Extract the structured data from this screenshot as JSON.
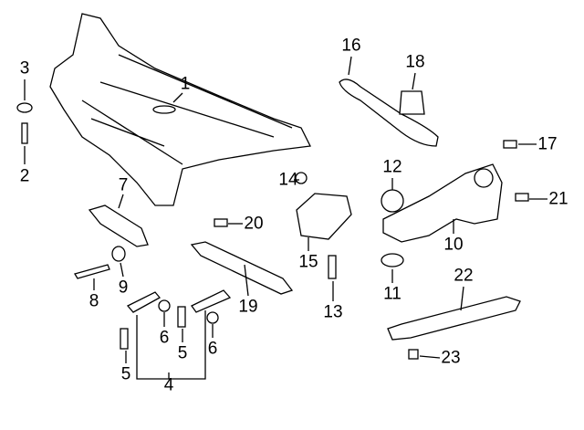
{
  "callouts": [
    {
      "id": "1",
      "label": "1",
      "part": "crossmember"
    },
    {
      "id": "2",
      "label": "2",
      "part": "bolt"
    },
    {
      "id": "3",
      "label": "3",
      "part": "washer"
    },
    {
      "id": "4",
      "label": "4",
      "part": "bracket-set"
    },
    {
      "id": "5a",
      "label": "5",
      "part": "bolt"
    },
    {
      "id": "5b",
      "label": "5",
      "part": "bolt"
    },
    {
      "id": "6a",
      "label": "6",
      "part": "nut"
    },
    {
      "id": "6b",
      "label": "6",
      "part": "nut"
    },
    {
      "id": "7",
      "label": "7",
      "part": "upper-link"
    },
    {
      "id": "8",
      "label": "8",
      "part": "bolt"
    },
    {
      "id": "9",
      "label": "9",
      "part": "washer"
    },
    {
      "id": "10",
      "label": "10",
      "part": "knuckle"
    },
    {
      "id": "11",
      "label": "11",
      "part": "seat"
    },
    {
      "id": "12",
      "label": "12",
      "part": "insulator"
    },
    {
      "id": "13",
      "label": "13",
      "part": "bolt"
    },
    {
      "id": "14",
      "label": "14",
      "part": "washer"
    },
    {
      "id": "15",
      "label": "15",
      "part": "bracket"
    },
    {
      "id": "16",
      "label": "16",
      "part": "upper-arm"
    },
    {
      "id": "17",
      "label": "17",
      "part": "bolt"
    },
    {
      "id": "18",
      "label": "18",
      "part": "bump-stop"
    },
    {
      "id": "19",
      "label": "19",
      "part": "lower-link"
    },
    {
      "id": "20",
      "label": "20",
      "part": "bolt"
    },
    {
      "id": "21",
      "label": "21",
      "part": "bolt"
    },
    {
      "id": "22",
      "label": "22",
      "part": "toe-link"
    },
    {
      "id": "23",
      "label": "23",
      "part": "bolt"
    }
  ]
}
